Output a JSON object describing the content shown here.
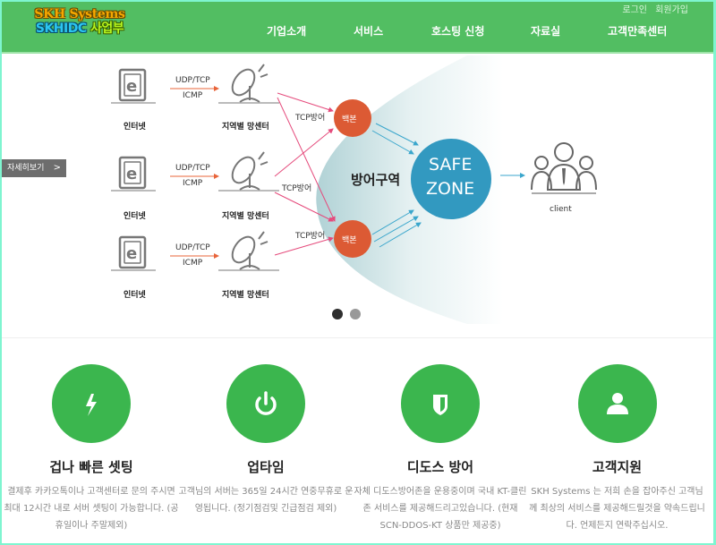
{
  "header": {
    "logo": {
      "line1": "SKH Systems",
      "line2_a": "SKHIDC",
      "line2_b": "사업부"
    },
    "top_links": {
      "login": "로그인",
      "signup": "회원가입"
    },
    "nav": [
      {
        "label": "기업소개"
      },
      {
        "label": "서비스"
      },
      {
        "label": "호스팅 신청"
      },
      {
        "label": "자료실"
      },
      {
        "label": "고객만족센터"
      }
    ],
    "colors": {
      "bar": "#52be62"
    }
  },
  "slider": {
    "more_button": {
      "label": "자세히보기",
      "icon": "chevron-right-icon"
    },
    "diagram": {
      "sources": [
        {
          "icon": "internet-explorer-icon",
          "label": "인터넷",
          "protocol_top": "UDP/TCP",
          "protocol_bottom": "ICMP",
          "relay_icon": "satellite-dish-icon",
          "relay_label": "지역별 망센터"
        },
        {
          "icon": "internet-explorer-icon",
          "label": "인터넷",
          "protocol_top": "UDP/TCP",
          "protocol_bottom": "ICMP",
          "relay_icon": "satellite-dish-icon",
          "relay_label": "지역별 망센터"
        },
        {
          "icon": "internet-explorer-icon",
          "label": "인터넷",
          "protocol_top": "UDP/TCP",
          "protocol_bottom": "ICMP",
          "relay_icon": "satellite-dish-icon",
          "relay_label": "지역별 망센터"
        }
      ],
      "tcp_labels": [
        "TCP방어",
        "TCP방어",
        "TCP방어"
      ],
      "backbones": [
        "백본",
        "백본"
      ],
      "defense_zone": "방어구역",
      "safe_zone": {
        "line1": "SAFE",
        "line2": "ZONE"
      },
      "client_label": "client",
      "colors": {
        "backbone": "#dc5a34",
        "safe_zone": "#3299c0",
        "attack_arrow": "#e54b7c",
        "clean_arrow": "#3aa6cc",
        "source_arrow": "#e8643a"
      }
    },
    "pagination": {
      "count": 2,
      "active": 0
    }
  },
  "features": [
    {
      "icon": "lightning-icon",
      "title": "겁나 빠른 셋팅",
      "desc": "결제후 카카오톡이나 고객센터로 문의 주시면 최대 12시간 내로 서버 셋팅이 가능합니다. (공휴일이나 주말제외)"
    },
    {
      "icon": "power-icon",
      "title": "업타임",
      "desc": "고객님의 서버는 365일 24시간 연중무휴로 운영됩니다. (정기점검및 긴급점검 제외)"
    },
    {
      "icon": "shield-icon",
      "title": "디도스 방어",
      "desc": "자체 디도스방어존을 운용중이며 국내 KT-클린존 서비스를 제공해드리고있습니다. (현재 SCN-DDOS-KT 상품만 제공중)"
    },
    {
      "icon": "user-icon",
      "title": "고객지원",
      "desc": "SKH Systems 는 저희 손을 잡아주신 고객님께 최상의 서비스를 제공해드릴것을 약속드립니다. 언제든지 연락주십시오."
    }
  ],
  "colors": {
    "feature_circle": "#3bb64e",
    "page_border": "#7ff5d0"
  }
}
